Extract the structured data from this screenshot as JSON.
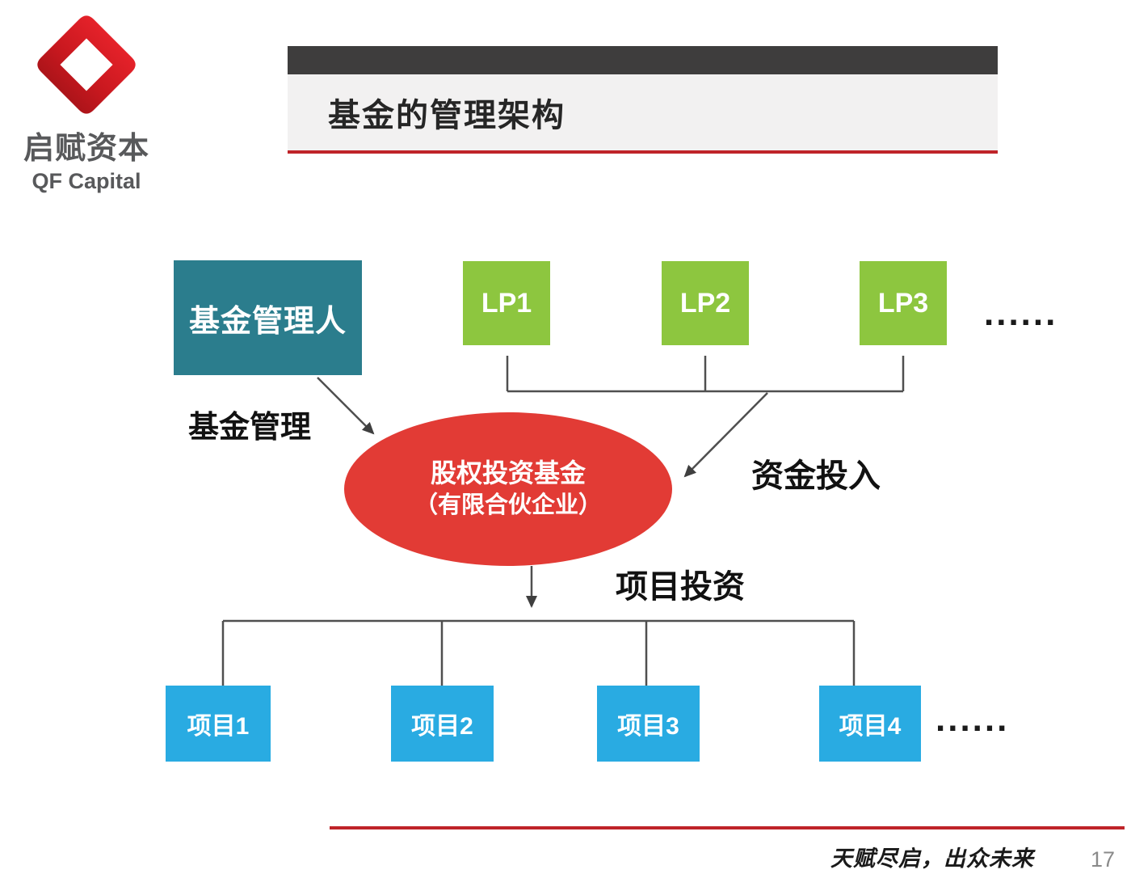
{
  "logo": {
    "company_cn": "启赋资本",
    "company_en": "QF Capital",
    "mark_color": "#c9181f"
  },
  "header": {
    "title": "基金的管理架构",
    "bar_color": "#3e3d3d",
    "panel_color": "#f2f1f1",
    "rule_color": "#bf2429"
  },
  "diagram": {
    "fund_manager": {
      "label": "基金管理人",
      "color": "#2b7d8d"
    },
    "lps": [
      {
        "label": "LP1"
      },
      {
        "label": "LP2"
      },
      {
        "label": "LP3"
      }
    ],
    "lp_color": "#8dc63f",
    "lp_ellipsis": "......",
    "fund": {
      "line1": "股权投资基金",
      "line2": "（有限合伙企业）",
      "color": "#e23b35"
    },
    "edge_labels": {
      "manage": "基金管理",
      "capital_in": "资金投入",
      "project_invest": "项目投资"
    },
    "projects": [
      {
        "label": "项目1"
      },
      {
        "label": "项目2"
      },
      {
        "label": "项目3"
      },
      {
        "label": "项目4"
      }
    ],
    "project_color": "#29abe2",
    "project_ellipsis": "......",
    "connector_color": "#4f4f4f"
  },
  "footer": {
    "motto": "天赋尽启，出众未来",
    "page_number": "17",
    "rule_color": "#bf2429"
  }
}
